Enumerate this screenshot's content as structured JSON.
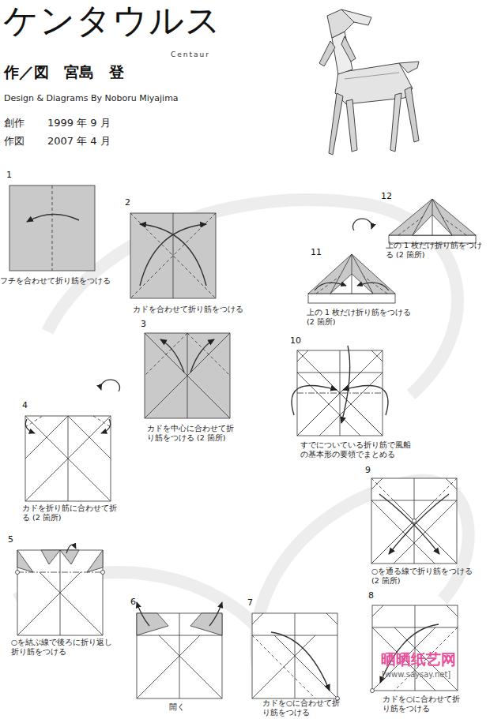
{
  "diagram": {
    "title": "ケンタウルス",
    "labels": [
      "Centaur",
      "作／図　宮島　登",
      "Design & Diagrams By Noboru Miyajima",
      "創作",
      "1999 年 9 月",
      "作図",
      "2007 年 4 月",
      "1",
      "フチを合わせて折り筋をつける",
      "2",
      "カドを合わせて折り筋をつける",
      "3",
      "カドを中心に合わせて折り筋をつける (2 箇所)",
      "4",
      "カドを折り筋に合わせて折る (2 箇所)",
      "5",
      "○を結ぶ線で後ろに折り返し折り筋をつける",
      "6",
      "開く",
      "7",
      "カドを○に合わせて折り筋をつける",
      "8",
      "カドを○に合わせて折り筋をつける",
      "9",
      "○を通る線で折り筋をつける (2 箇所)",
      "10",
      "すでについている折り筋で風船の基本形の要領でまとめる",
      "11",
      "上の 1 枚だけ折り筋をつける (2 箇所)",
      "12",
      "上の 1 枚だけ折り筋をつける (2 箇所)",
      "晒晒纸艺网",
      "[www.saysay.net]"
    ]
  }
}
